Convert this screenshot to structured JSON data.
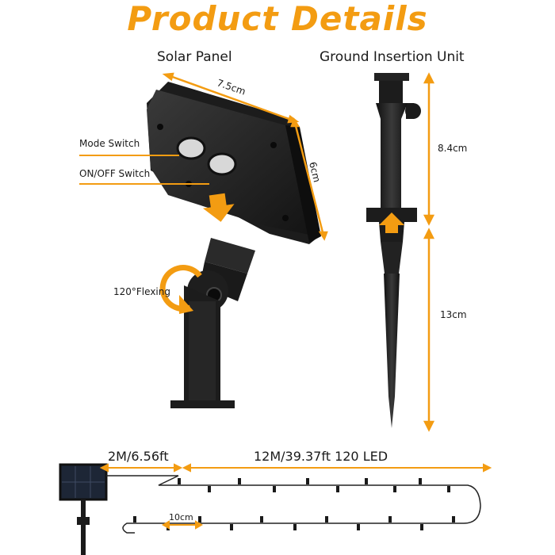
{
  "title": "Product Details",
  "colors": {
    "accent": "#f39c12",
    "dark": "#1e1e1e"
  },
  "solar_panel": {
    "heading": "Solar Panel",
    "width_label": "7.5cm",
    "height_label": "6cm",
    "mode_switch_label": "Mode Switch",
    "onoff_switch_label": "ON/OFF Switch",
    "flex_label": "120°Flexing"
  },
  "ground_unit": {
    "heading": "Ground Insertion Unit",
    "upper_length": "8.4cm",
    "lower_length": "13cm"
  },
  "string": {
    "lead_length": "2M/6.56ft",
    "string_length": "12M/39.37ft 120 LED",
    "spacing": "10cm"
  }
}
